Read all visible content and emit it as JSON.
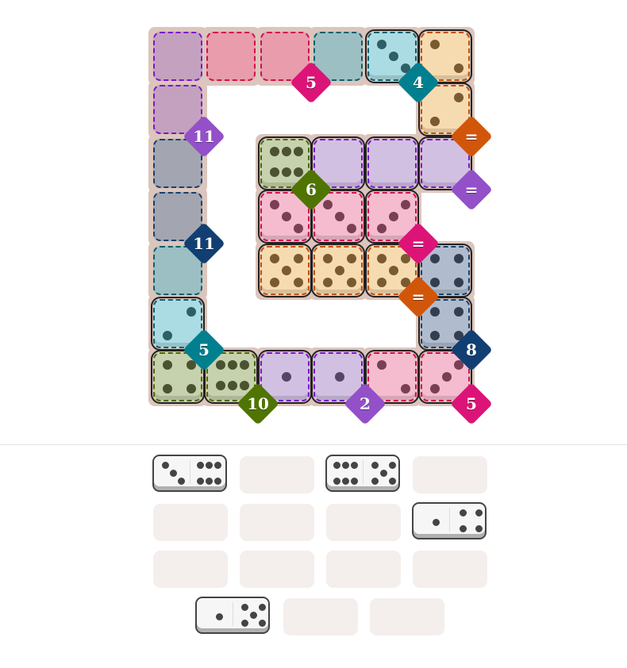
{
  "board": {
    "cells": [
      {
        "r": 0,
        "c": 0,
        "fill": "#c4a1be",
        "border": "#7a16d0",
        "pips": 0
      },
      {
        "r": 1,
        "c": 0,
        "fill": "#c4a1be",
        "border": "#7a16d0",
        "pips": 0
      },
      {
        "r": 0,
        "c": 1,
        "fill": "#e89cac",
        "border": "#d0104c",
        "pips": 0
      },
      {
        "r": 0,
        "c": 2,
        "fill": "#e89cac",
        "border": "#d0104c",
        "pips": 0
      },
      {
        "r": 0,
        "c": 3,
        "fill": "#9cbfc3",
        "border": "#0e5e6a",
        "pips": 0
      },
      {
        "r": 0,
        "c": 4,
        "fill": "#acdce3",
        "border": "#0e5e6a",
        "pips": 3,
        "pip": "#2c5f66",
        "placed": true
      },
      {
        "r": 0,
        "c": 5,
        "fill": "#f7dbb0",
        "border": "#c0500a",
        "pips": 2,
        "pip": "#7a5a30",
        "placed": true
      },
      {
        "r": 1,
        "c": 5,
        "fill": "#f7dbb0",
        "border": "#c0500a",
        "pips": 2,
        "rot": true,
        "pip": "#7a5a30",
        "placed": true
      },
      {
        "r": 2,
        "c": 0,
        "fill": "#a3a5b0",
        "border": "#15406e",
        "pips": 0
      },
      {
        "r": 3,
        "c": 0,
        "fill": "#a3a5b0",
        "border": "#15406e",
        "pips": 0
      },
      {
        "r": 2,
        "c": 2,
        "fill": "#c6d2ae",
        "border": "#4a6a00",
        "pips": 6,
        "pip": "#4a5230",
        "placed": true
      },
      {
        "r": 2,
        "c": 3,
        "fill": "#d2c0e2",
        "border": "#7a16d0",
        "pips": 0,
        "placed": true
      },
      {
        "r": 2,
        "c": 4,
        "fill": "#d2c0e2",
        "border": "#7a16d0",
        "pips": 0,
        "placed": true
      },
      {
        "r": 2,
        "c": 5,
        "fill": "#d2c0e2",
        "border": "#7a16d0",
        "pips": 0,
        "placed": true
      },
      {
        "r": 3,
        "c": 2,
        "fill": "#f5bcd0",
        "border": "#d0104c",
        "pips": 3,
        "pip": "#7a3f55",
        "placed": true
      },
      {
        "r": 3,
        "c": 3,
        "fill": "#f5bcd0",
        "border": "#d0104c",
        "pips": 3,
        "pip": "#7a3f55",
        "placed": true
      },
      {
        "r": 3,
        "c": 4,
        "fill": "#f5bcd0",
        "border": "#d0104c",
        "pips": 3,
        "rot": true,
        "pip": "#7a3f55",
        "placed": true
      },
      {
        "r": 4,
        "c": 0,
        "fill": "#9cbfc3",
        "border": "#0e5e6a",
        "pips": 0
      },
      {
        "r": 5,
        "c": 0,
        "fill": "#acdce3",
        "border": "#0e5e6a",
        "pips": 2,
        "rot": true,
        "pip": "#2c5f66",
        "placed": true
      },
      {
        "r": 4,
        "c": 2,
        "fill": "#f7dbb0",
        "border": "#c0500a",
        "pips": 5,
        "pip": "#7a5a30",
        "placed": true
      },
      {
        "r": 4,
        "c": 3,
        "fill": "#f7dbb0",
        "border": "#c0500a",
        "pips": 5,
        "pip": "#7a5a30",
        "placed": true
      },
      {
        "r": 4,
        "c": 4,
        "fill": "#f7dbb0",
        "border": "#c0500a",
        "pips": 5,
        "pip": "#7a5a30",
        "placed": true
      },
      {
        "r": 4,
        "c": 5,
        "fill": "#b0bccd",
        "border": "#15406e",
        "pips": 4,
        "pip": "#333f50",
        "placed": true
      },
      {
        "r": 5,
        "c": 5,
        "fill": "#b0bccd",
        "border": "#15406e",
        "pips": 4,
        "pip": "#333f50",
        "placed": true
      },
      {
        "r": 6,
        "c": 0,
        "fill": "#c6d2ae",
        "border": "#4a6a00",
        "pips": 4,
        "pip": "#4a5230",
        "placed": true
      },
      {
        "r": 6,
        "c": 1,
        "fill": "#c6d2ae",
        "border": "#4a6a00",
        "pips": 6,
        "pip": "#4a5230",
        "placed": true
      },
      {
        "r": 6,
        "c": 2,
        "fill": "#d2c0e2",
        "border": "#7a16d0",
        "pips": 1,
        "pip": "#56446a",
        "placed": true
      },
      {
        "r": 6,
        "c": 3,
        "fill": "#d2c0e2",
        "border": "#7a16d0",
        "pips": 1,
        "pip": "#56446a",
        "placed": true
      },
      {
        "r": 6,
        "c": 4,
        "fill": "#f5bcd0",
        "border": "#d0104c",
        "pips": 2,
        "pip": "#7a3f55",
        "placed": true
      },
      {
        "r": 6,
        "c": 5,
        "fill": "#f5bcd0",
        "border": "#d0104c",
        "pips": 3,
        "rot": true,
        "pip": "#7a3f55",
        "placed": true
      }
    ],
    "badges": [
      {
        "label": "5",
        "color": "#dc1478",
        "r": 0,
        "c": 2
      },
      {
        "label": "4",
        "color": "#00808f",
        "r": 0,
        "c": 4
      },
      {
        "label": "11",
        "color": "#9350c8",
        "r": 1,
        "c": 0
      },
      {
        "label": "=",
        "color": "#d2560a",
        "r": 1,
        "c": 5
      },
      {
        "label": "6",
        "color": "#4f7400",
        "r": 2,
        "c": 2
      },
      {
        "label": "=",
        "color": "#9350c8",
        "r": 2,
        "c": 5
      },
      {
        "label": "11",
        "color": "#123f72",
        "r": 3,
        "c": 0
      },
      {
        "label": "=",
        "color": "#dc1478",
        "r": 3,
        "c": 4
      },
      {
        "label": "=",
        "color": "#d2560a",
        "r": 4,
        "c": 4
      },
      {
        "label": "5",
        "color": "#00808f",
        "r": 5,
        "c": 0
      },
      {
        "label": "8",
        "color": "#123f72",
        "r": 5,
        "c": 5
      },
      {
        "label": "10",
        "color": "#4f7400",
        "r": 6,
        "c": 1
      },
      {
        "label": "2",
        "color": "#9350c8",
        "r": 6,
        "c": 3
      },
      {
        "label": "5",
        "color": "#dc1478",
        "r": 6,
        "c": 5
      }
    ]
  },
  "tray": {
    "rows": [
      [
        {
          "a": 3,
          "b": 6
        },
        null,
        {
          "a": 6,
          "b": 5
        },
        null
      ],
      [
        null,
        null,
        null,
        {
          "a": 1,
          "b": 4
        }
      ],
      [
        null,
        null,
        null,
        null
      ],
      [
        {
          "a": 1,
          "b": 5
        },
        null,
        null
      ]
    ]
  }
}
